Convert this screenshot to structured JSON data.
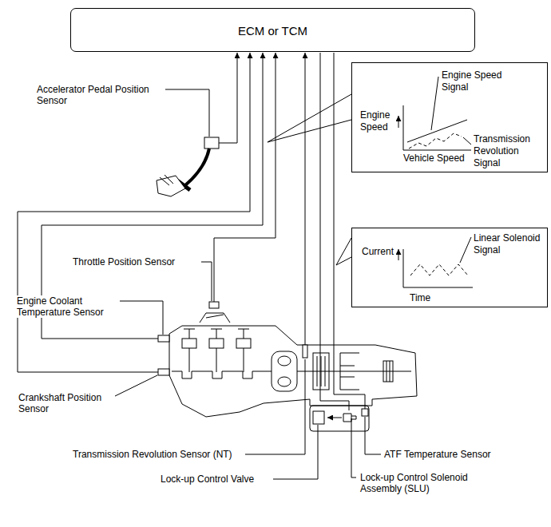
{
  "diagram": {
    "nodes": [
      {
        "text": [
          "ECM or TCM"
        ]
      },
      {
        "text": [
          "Engine Speed Signal",
          "Engine Speed",
          "Transmission Revolution Signal",
          "Vehicle Speed"
        ]
      },
      {
        "text": [
          "Linear Solenoid Signal",
          "Current",
          "Time"
        ]
      }
    ],
    "labels": [
      "Accelerator Pedal Position Sensor",
      "Throttle Position Sensor",
      "Engine Coolant Temperature Sensor",
      "Crankshaft Position Sensor",
      "Transmission Revolution Sensor (NT)",
      "ATF Temperature Sensor",
      "Lock-up Control Valve",
      "Lock-up Control Solenoid Assembly (SLU)"
    ]
  }
}
